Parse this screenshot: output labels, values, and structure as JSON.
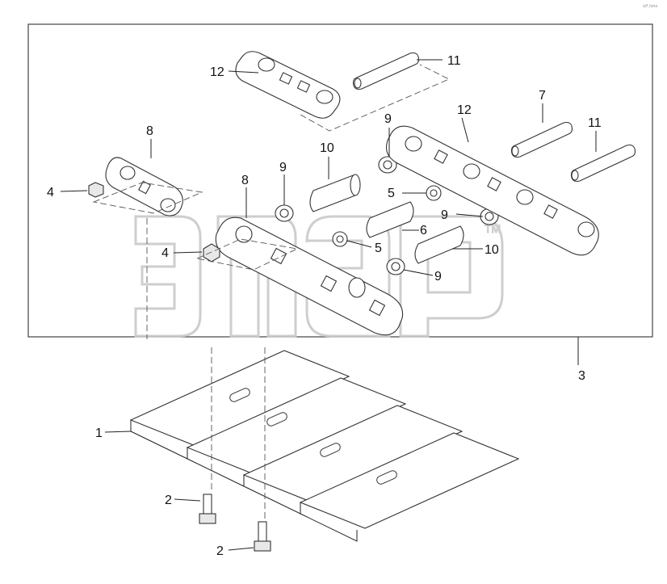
{
  "corner_code": "s/f /ons",
  "watermark": {
    "tm": "TM"
  },
  "callouts": {
    "c12a": "12",
    "c11a": "11",
    "c8a": "8",
    "c9a": "9",
    "c12b": "12",
    "c7": "7",
    "c11b": "11",
    "c10a": "10",
    "c9b": "9",
    "c4a": "4",
    "c8b": "8",
    "c5a": "5",
    "c9c": "9",
    "c6": "6",
    "c5b": "5",
    "c10b": "10",
    "c4b": "4",
    "c9d": "9",
    "c3": "3",
    "c1": "1",
    "c2a": "2",
    "c2b": "2"
  }
}
